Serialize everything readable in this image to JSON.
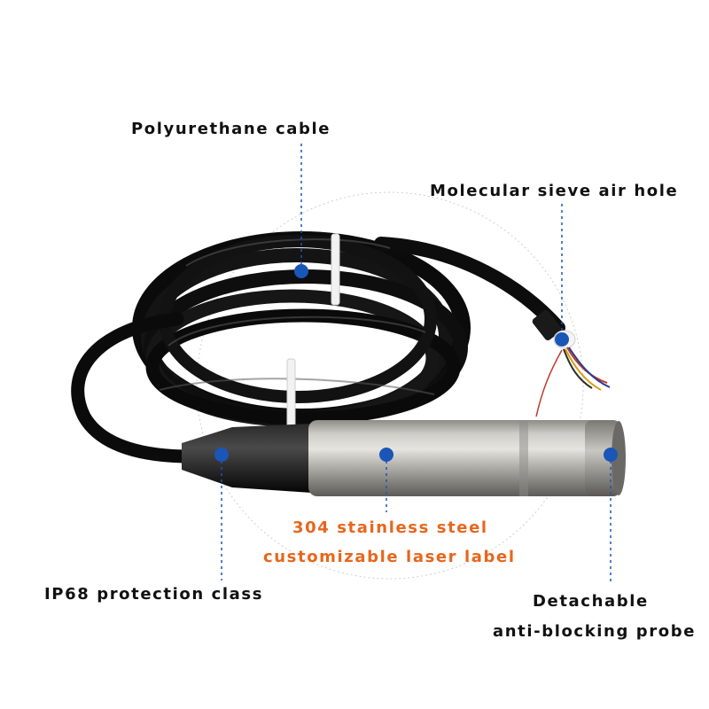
{
  "callouts": {
    "cable": "Polyurethane cable",
    "air_hole": "Molecular sieve air hole",
    "steel_line1": "304 stainless steel",
    "steel_line2": "customizable laser label",
    "ip68": "IP68 protection class",
    "probe_line1": "Detachable",
    "probe_line2": "anti-blocking probe"
  },
  "colors": {
    "marker": "#1a56b8",
    "leader": "#1a56b8",
    "accent_text": "#e8661c",
    "label_text": "#111111",
    "cable": "#0d0d0d",
    "steel": "#b9b7b2"
  },
  "icons": {
    "marker": "filled-circle-dot"
  }
}
